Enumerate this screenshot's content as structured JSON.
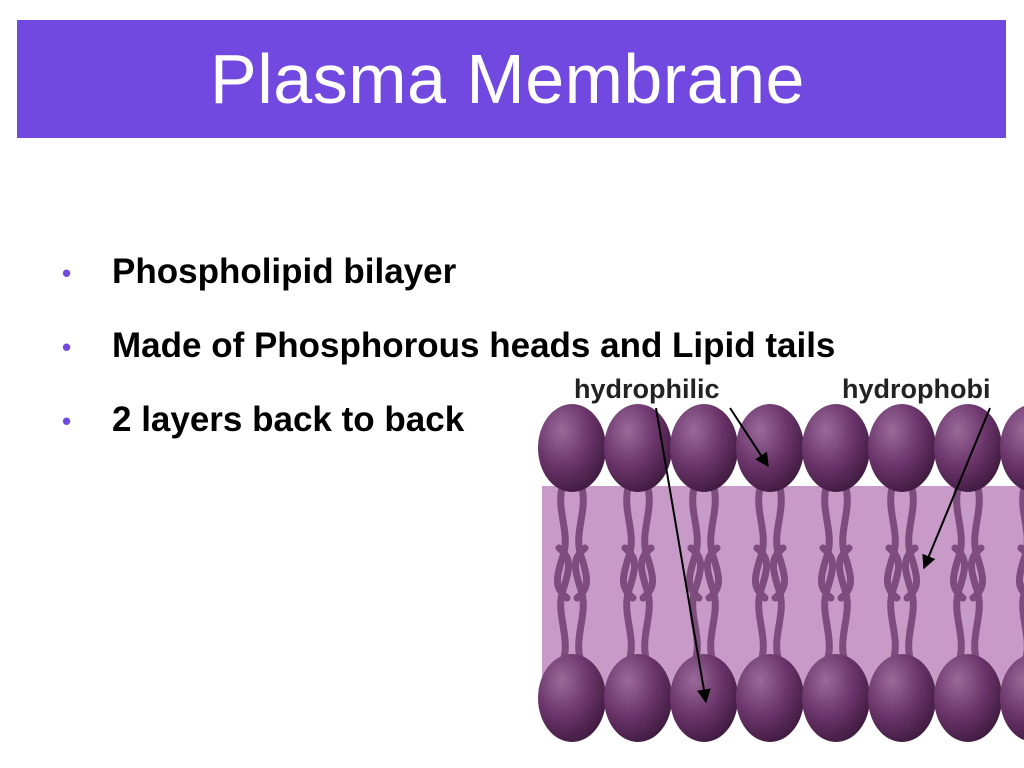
{
  "slide": {
    "title": "Plasma Membrane",
    "bullets": [
      "Phospholipid bilayer",
      "Made of Phosphorous heads and Lipid tails",
      "2 layers back to back"
    ],
    "bullet_glyph": "•"
  },
  "diagram": {
    "labels": {
      "left": "hydrophilic",
      "right": "hydrophobi"
    }
  },
  "colors": {
    "title_bg": "#7148e0",
    "title_text": "#ffffff",
    "bullet": "#7148e0",
    "head_fill": "#5e2b5e",
    "head_highlight": "#9a6a9a",
    "interior_fill": "#c79ac7",
    "tail_color": "#7d4d7d"
  }
}
